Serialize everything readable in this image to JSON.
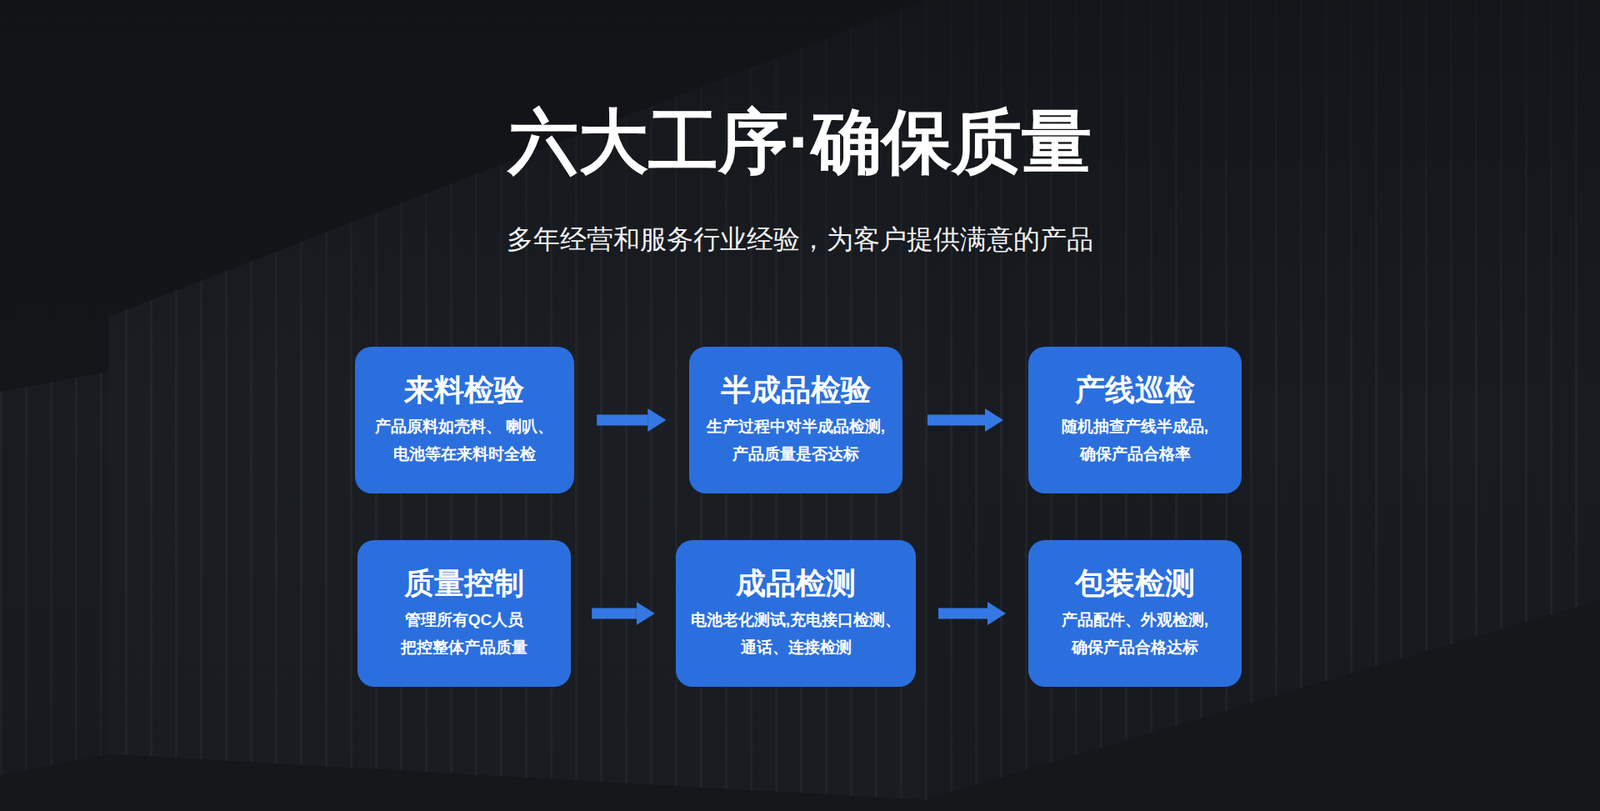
{
  "diagram": {
    "title": "六大工序·确保质量",
    "nodes": [
      {
        "text": [
          "来料检验",
          "产品原料如壳料、 喇叭、电池等在来料时全检"
        ]
      },
      {
        "text": [
          "半成品检验",
          "生产过程中对半成品检测, 产品质量是否达标"
        ]
      },
      {
        "text": [
          "产线巡检",
          "随机抽查产线半成品, 确保产品合格率"
        ]
      },
      {
        "text": [
          "质量控制",
          "管理所有QC人员 把控整体产品质量"
        ]
      },
      {
        "text": [
          "成品检测",
          "电池老化测试,充电接口检测、 通话、连接检测"
        ]
      },
      {
        "text": [
          "包装检测",
          "产品配件、外观检测, 确保产品合格达标"
        ]
      }
    ],
    "edges": [
      {
        "from": 0,
        "to": 1,
        "arrow": "to"
      },
      {
        "from": 1,
        "to": 2,
        "arrow": "to"
      },
      {
        "from": 3,
        "to": 4,
        "arrow": "to"
      },
      {
        "from": 4,
        "to": 5,
        "arrow": "to"
      }
    ],
    "labels": [
      "多年经营和服务行业经验，为客户提供满意的产品"
    ]
  }
}
